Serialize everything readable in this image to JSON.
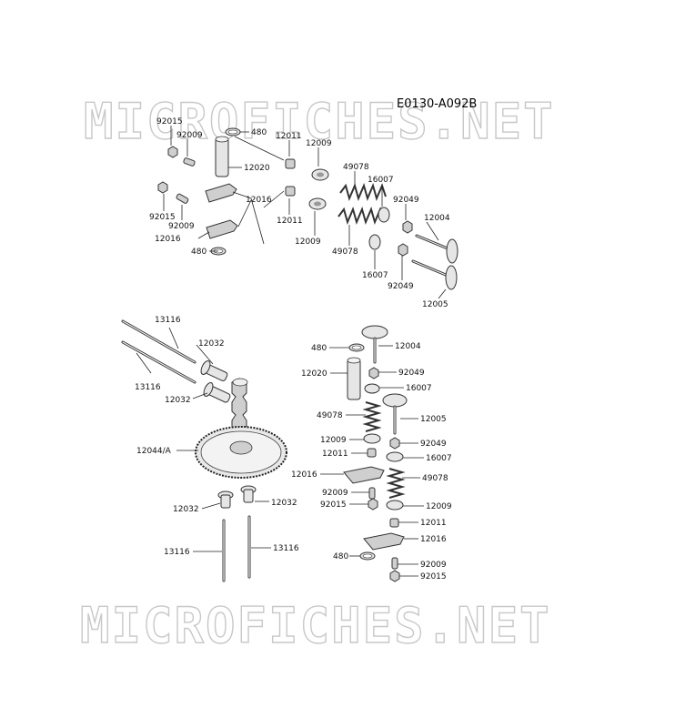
{
  "diagram_code": "E0130-A092B",
  "watermark": "MICROFICHES.NET",
  "upper_group": [
    {
      "id": "u1",
      "label": "92015"
    },
    {
      "id": "u2",
      "label": "92009"
    },
    {
      "id": "u3",
      "label": "480"
    },
    {
      "id": "u4",
      "label": "12011"
    },
    {
      "id": "u5",
      "label": "12009"
    },
    {
      "id": "u6",
      "label": "12020"
    },
    {
      "id": "u7",
      "label": "49078"
    },
    {
      "id": "u8",
      "label": "16007"
    },
    {
      "id": "u9",
      "label": "12016"
    },
    {
      "id": "u10",
      "label": "92049"
    },
    {
      "id": "u11",
      "label": "12004"
    },
    {
      "id": "u12",
      "label": "92015"
    },
    {
      "id": "u13",
      "label": "12011"
    },
    {
      "id": "u14",
      "label": "92009"
    },
    {
      "id": "u15",
      "label": "12016"
    },
    {
      "id": "u16",
      "label": "12009"
    },
    {
      "id": "u17",
      "label": "49078"
    },
    {
      "id": "u18",
      "label": "480"
    },
    {
      "id": "u19",
      "label": "16007"
    },
    {
      "id": "u20",
      "label": "92049"
    },
    {
      "id": "u21",
      "label": "12005"
    }
  ],
  "left_group": [
    {
      "id": "l1",
      "label": "13116"
    },
    {
      "id": "l2",
      "label": "12032"
    },
    {
      "id": "l3",
      "label": "13116"
    },
    {
      "id": "l4",
      "label": "12032"
    },
    {
      "id": "l5",
      "label": "12044/A"
    },
    {
      "id": "l6",
      "label": "12032"
    },
    {
      "id": "l7",
      "label": "12032"
    },
    {
      "id": "l8",
      "label": "13116"
    },
    {
      "id": "l9",
      "label": "13116"
    }
  ],
  "right_group": [
    {
      "id": "r1",
      "label": "480"
    },
    {
      "id": "r2",
      "label": "12004"
    },
    {
      "id": "r3",
      "label": "12020"
    },
    {
      "id": "r4",
      "label": "92049"
    },
    {
      "id": "r5",
      "label": "16007"
    },
    {
      "id": "r6",
      "label": "49078"
    },
    {
      "id": "r7",
      "label": "12005"
    },
    {
      "id": "r8",
      "label": "12009"
    },
    {
      "id": "r9",
      "label": "92049"
    },
    {
      "id": "r10",
      "label": "12011"
    },
    {
      "id": "r11",
      "label": "16007"
    },
    {
      "id": "r12",
      "label": "12016"
    },
    {
      "id": "r13",
      "label": "49078"
    },
    {
      "id": "r14",
      "label": "92009"
    },
    {
      "id": "r15",
      "label": "92015"
    },
    {
      "id": "r16",
      "label": "12009"
    },
    {
      "id": "r17",
      "label": "12011"
    },
    {
      "id": "r18",
      "label": "12016"
    },
    {
      "id": "r19",
      "label": "480"
    },
    {
      "id": "r20",
      "label": "92009"
    },
    {
      "id": "r21",
      "label": "92015"
    }
  ]
}
